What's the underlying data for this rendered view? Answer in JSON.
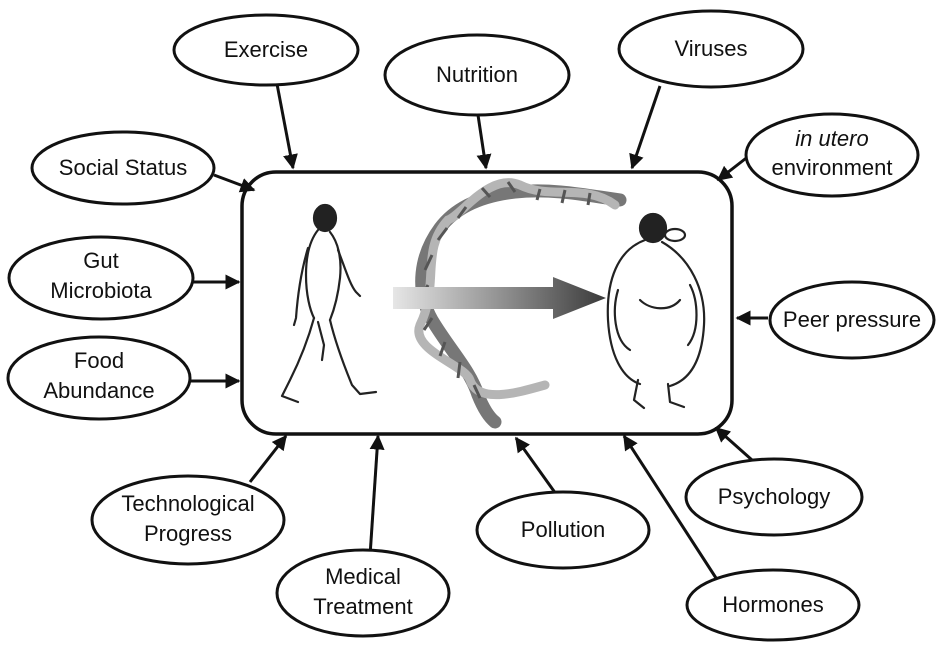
{
  "factors": {
    "exercise": "Exercise",
    "nutrition": "Nutrition",
    "viruses": "Viruses",
    "social_status": "Social Status",
    "in_utero_1": "in utero",
    "in_utero_2": "environment",
    "gut_1": "Gut",
    "gut_2": "Microbiota",
    "peer_pressure": "Peer pressure",
    "food_1": "Food",
    "food_2": "Abundance",
    "tech_1": "Technological",
    "tech_2": "Progress",
    "medical_1": "Medical",
    "medical_2": "Treatment",
    "pollution": "Pollution",
    "psychology": "Psychology",
    "hormones": "Hormones"
  }
}
